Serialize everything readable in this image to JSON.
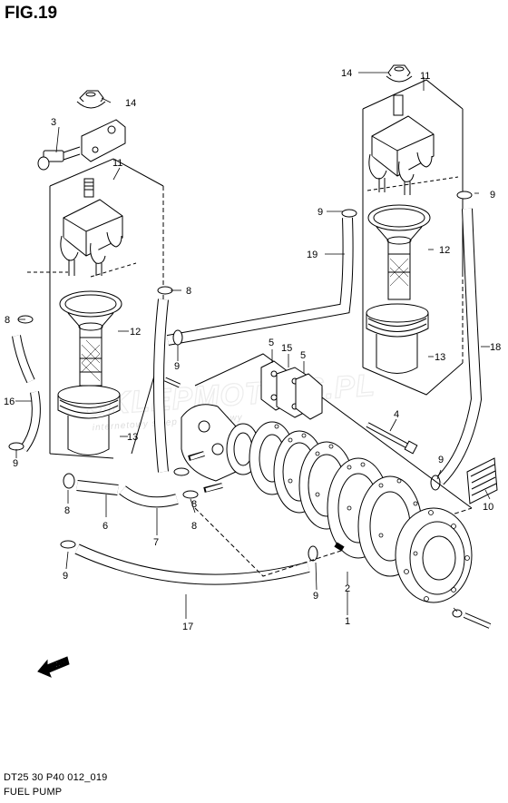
{
  "figure": {
    "title": "FIG.19"
  },
  "footer": {
    "code": "DT25 30 P40 012_019",
    "name": "FUEL PUMP"
  },
  "watermark": {
    "main": "SKLEPMOTO46.PL",
    "sub": "internetowy sklep motocyklowy"
  },
  "forward_arrow": {
    "label": "FWD"
  },
  "callouts": [
    {
      "id": "c3",
      "label": "3"
    },
    {
      "id": "c14a",
      "label": "14"
    },
    {
      "id": "c11a",
      "label": "11"
    },
    {
      "id": "c8a",
      "label": "8"
    },
    {
      "id": "c8b",
      "label": "8"
    },
    {
      "id": "c12a",
      "label": "12"
    },
    {
      "id": "c16",
      "label": "16"
    },
    {
      "id": "c13a",
      "label": "13"
    },
    {
      "id": "c9a",
      "label": "9"
    },
    {
      "id": "c8c",
      "label": "8"
    },
    {
      "id": "c6",
      "label": "6"
    },
    {
      "id": "c7",
      "label": "7"
    },
    {
      "id": "c8d",
      "label": "8"
    },
    {
      "id": "c8e",
      "label": "8"
    },
    {
      "id": "c9b",
      "label": "9"
    },
    {
      "id": "c17",
      "label": "17"
    },
    {
      "id": "c9c",
      "label": "9"
    },
    {
      "id": "c14b",
      "label": "14"
    },
    {
      "id": "c11b",
      "label": "11"
    },
    {
      "id": "c9d",
      "label": "9"
    },
    {
      "id": "c9e",
      "label": "9"
    },
    {
      "id": "c19",
      "label": "19"
    },
    {
      "id": "c12b",
      "label": "12"
    },
    {
      "id": "c13b",
      "label": "13"
    },
    {
      "id": "c18",
      "label": "18"
    },
    {
      "id": "c5a",
      "label": "5"
    },
    {
      "id": "c15",
      "label": "15"
    },
    {
      "id": "c5b",
      "label": "5"
    },
    {
      "id": "c4",
      "label": "4"
    },
    {
      "id": "c9f",
      "label": "9"
    },
    {
      "id": "c10",
      "label": "10"
    },
    {
      "id": "c9g",
      "label": "9"
    },
    {
      "id": "c2",
      "label": "2"
    },
    {
      "id": "c1",
      "label": "1"
    }
  ],
  "colors": {
    "line": "#000000",
    "background": "#ffffff",
    "watermark": "#e6e6e6"
  }
}
